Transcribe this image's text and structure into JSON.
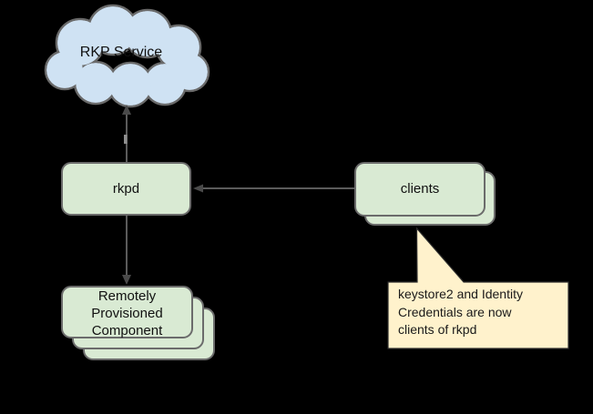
{
  "diagram": {
    "background_color": "#000000",
    "line_color": "#5b5b5b",
    "nodes": {
      "rkp_service": {
        "label": "RKP Service",
        "shape": "cloud",
        "fill": "#cfe2f3",
        "stroke": "#6a6a6a"
      },
      "rkpd": {
        "label": "rkpd",
        "shape": "rounded-rectangle",
        "fill": "#d9ead3",
        "stroke": "#6b6b6b"
      },
      "clients": {
        "label": "clients",
        "shape": "stacked-rounded-rectangle",
        "stack_count": 2,
        "fill": "#d9ead3",
        "stroke": "#6b6b6b"
      },
      "remotely_provisioned_component": {
        "label": "Remotely\nProvisioned\nComponent",
        "shape": "stacked-rounded-rectangle",
        "stack_count": 3,
        "fill": "#d9ead3",
        "stroke": "#6b6b6b"
      }
    },
    "edges": [
      {
        "from": "rkpd",
        "to": "rkp_service",
        "arrow_at": "rkp_service"
      },
      {
        "from": "clients",
        "to": "rkpd",
        "arrow_at": "rkpd"
      },
      {
        "from": "rkpd",
        "to": "remotely_provisioned_component",
        "arrow_at": "remotely_provisioned_component"
      }
    ],
    "callout": {
      "text": "keystore2 and Identity\nCredentials are now\nclients of rkpd",
      "fill": "#fff2cc",
      "points_to": "clients"
    }
  }
}
